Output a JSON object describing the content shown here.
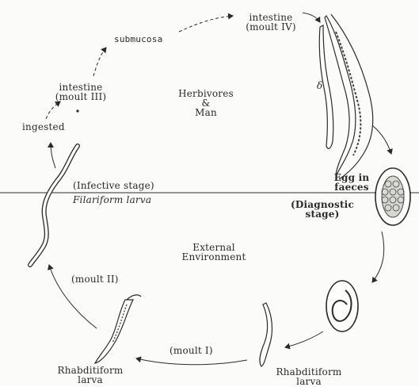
{
  "labels": {
    "intestine_moult4_line1": "intestine",
    "intestine_moult4_line2": "(moult IV)",
    "submucosa": "submucosa",
    "intestine_moult3_line1": "intestine",
    "intestine_moult3_line2": "(moult III)",
    "ingested": "ingested",
    "herbivores_line1": "Herbivores",
    "herbivores_line2": "&",
    "herbivores_line3": "Man",
    "adult_male_marker": "δ",
    "egg_line1": "Egg in",
    "egg_line2": "faeces",
    "diagnostic_line1": "(Diagnostic",
    "diagnostic_line2": "stage)",
    "infective_stage": "(Infective stage)",
    "filariform_larva": "Filariform larva",
    "external_line1": "External",
    "external_line2": "Environment",
    "moult2": "(moult II)",
    "moult1": "(moult I)",
    "rhabditiform_left_line1": "Rhabditiform",
    "rhabditiform_left_line2": "larva",
    "rhabditiform_right_line1": "Rhabditiform",
    "rhabditiform_right_line2": "larva"
  },
  "colors": {
    "ink": "#2a2a2a",
    "paper": "#fbfbf9",
    "divider": "#555555"
  },
  "icons": {
    "cycle_arrows": "dotted-arrow",
    "worms": "nematode-larva",
    "egg": "oval-egg-with-cells"
  }
}
